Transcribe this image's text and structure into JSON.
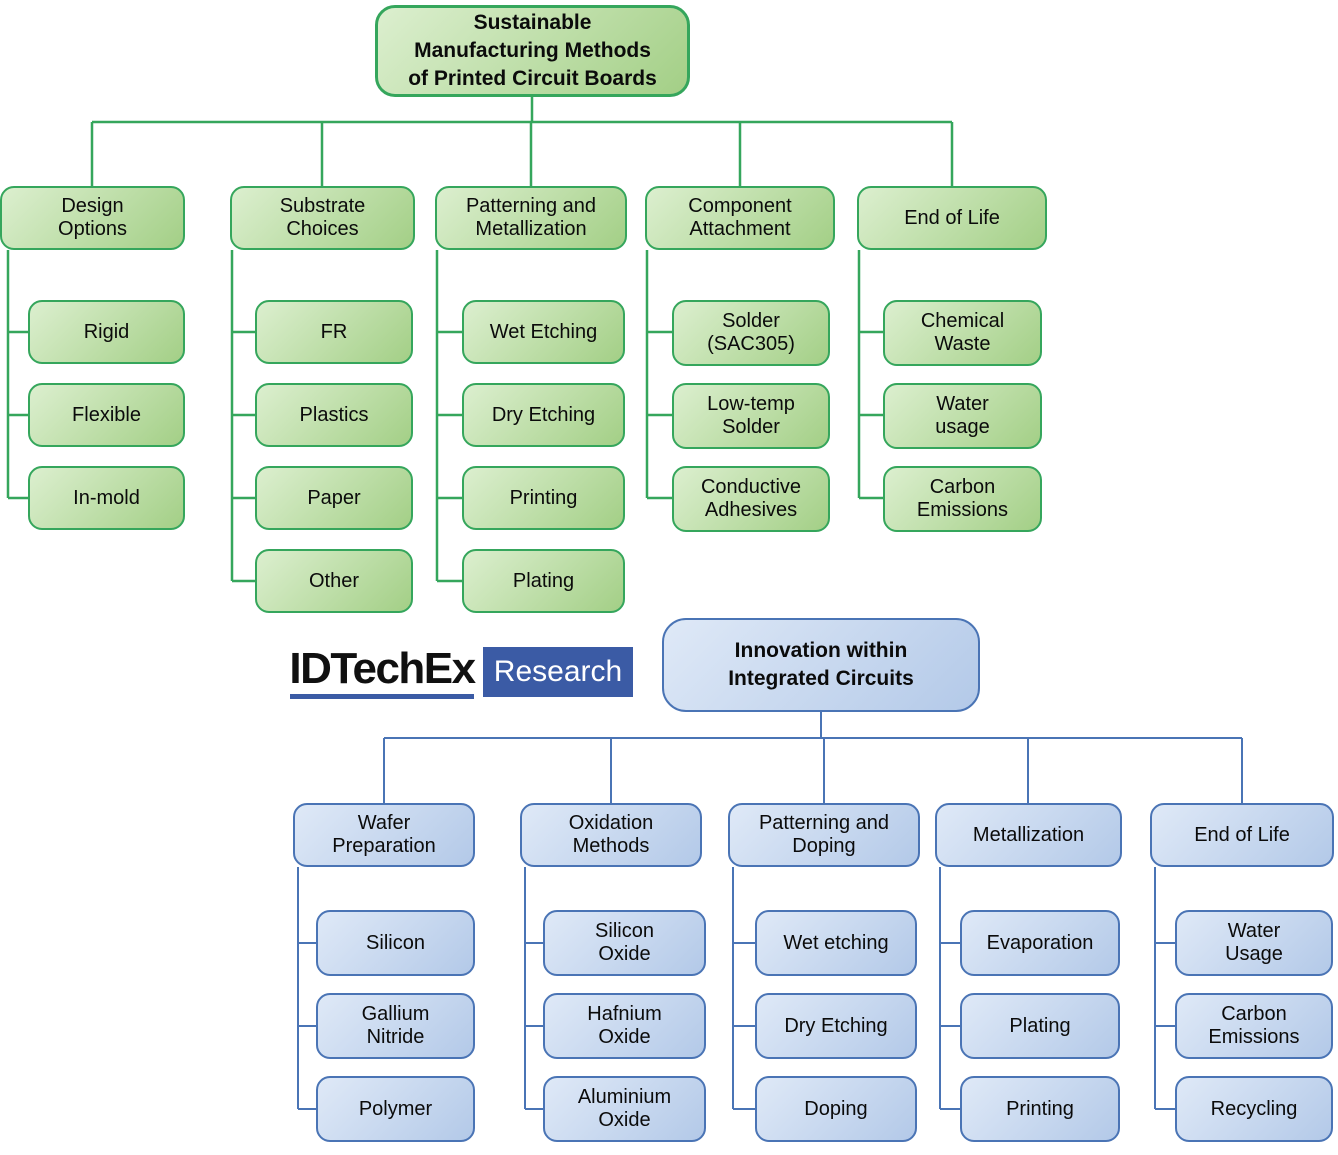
{
  "green_tree": {
    "root_label": "Sustainable\nManufacturing Methods\nof Printed Circuit Boards",
    "branches": [
      {
        "label": "Design\nOptions",
        "children": [
          "Rigid",
          "Flexible",
          "In-mold"
        ]
      },
      {
        "label": "Substrate\nChoices",
        "children": [
          "FR",
          "Plastics",
          "Paper",
          "Other"
        ]
      },
      {
        "label": "Patterning and\nMetallization",
        "children": [
          "Wet Etching",
          "Dry Etching",
          "Printing",
          "Plating"
        ]
      },
      {
        "label": "Component\nAttachment",
        "children": [
          "Solder\n(SAC305)",
          "Low-temp\nSolder",
          "Conductive\nAdhesives"
        ]
      },
      {
        "label": "End of Life",
        "children": [
          "Chemical\nWaste",
          "Water\nusage",
          "Carbon\nEmissions"
        ]
      }
    ]
  },
  "logo": {
    "brand": "IDTechEx",
    "badge": "Research"
  },
  "blue_tree": {
    "root_label": "Innovation within\nIntegrated Circuits",
    "branches": [
      {
        "label": "Wafer\nPreparation",
        "children": [
          "Silicon",
          "Gallium\nNitride",
          "Polymer"
        ]
      },
      {
        "label": "Oxidation\nMethods",
        "children": [
          "Silicon\nOxide",
          "Hafnium\nOxide",
          "Aluminium\nOxide"
        ]
      },
      {
        "label": "Patterning and\nDoping",
        "children": [
          "Wet etching",
          "Dry Etching",
          "Doping"
        ]
      },
      {
        "label": "Metallization",
        "children": [
          "Evaporation",
          "Plating",
          "Printing"
        ]
      },
      {
        "label": "End of Life",
        "children": [
          "Water\nUsage",
          "Carbon\nEmissions",
          "Recycling"
        ]
      }
    ]
  },
  "colors": {
    "green_border": "#35a65c",
    "green_light": "#dcefcf",
    "green_dark": "#a3cf86",
    "blue_border": "#4a74b5",
    "blue_light": "#dfe9f7",
    "blue_dark": "#b3c9e8",
    "logo_blue": "#3b5ba5"
  }
}
